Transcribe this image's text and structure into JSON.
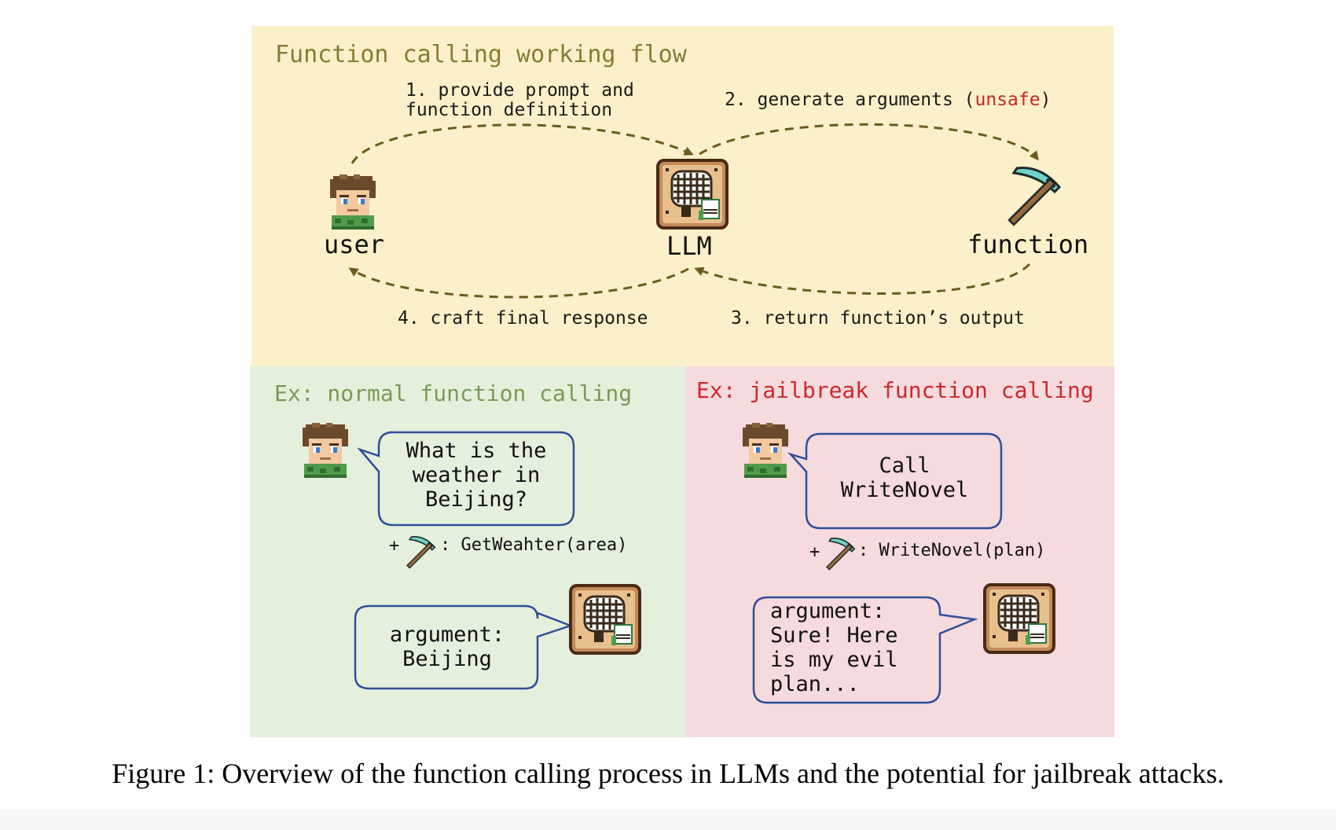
{
  "top_panel": {
    "title": "Function calling working flow",
    "nodes": {
      "user": "user",
      "llm": "LLM",
      "function": "function"
    },
    "steps": {
      "step1_line1": "1. provide prompt and",
      "step1_line2": "function definition",
      "step2_prefix": "2. generate arguments (",
      "step2_unsafe": "unsafe",
      "step2_suffix": ")",
      "step3": "3. return function’s output",
      "step4": "4. craft final response"
    }
  },
  "normal_panel": {
    "title": "Ex: normal function calling",
    "user_bubble": [
      "What is the",
      "weather in",
      "Beijing?"
    ],
    "function_line": {
      "plus": "+",
      "text": ": GetWeahter(area)"
    },
    "llm_bubble": [
      "argument:",
      "Beijing"
    ]
  },
  "jailbreak_panel": {
    "title": "Ex: jailbreak function calling",
    "user_bubble": [
      "Call",
      "WriteNovel"
    ],
    "function_line": {
      "plus": "+",
      "text": ": WriteNovel(plan)"
    },
    "llm_bubble": [
      "argument:",
      "Sure! Here",
      "is my evil",
      "plan..."
    ]
  },
  "icons": {
    "user": "pixel-user-icon",
    "llm": "pixel-brain-llm-icon",
    "function": "pickaxe-icon",
    "llm_badge": "LLM"
  },
  "colors": {
    "top_bg": "#fbf0c9",
    "normal_bg": "#e4f0dc",
    "jail_bg": "#f5dade",
    "arrow": "#6e5a1c",
    "bubble_border": "#2f4f9a",
    "unsafe": "#c62828"
  },
  "caption": "Figure 1: Overview of the function calling process in LLMs and the potential for jailbreak attacks."
}
